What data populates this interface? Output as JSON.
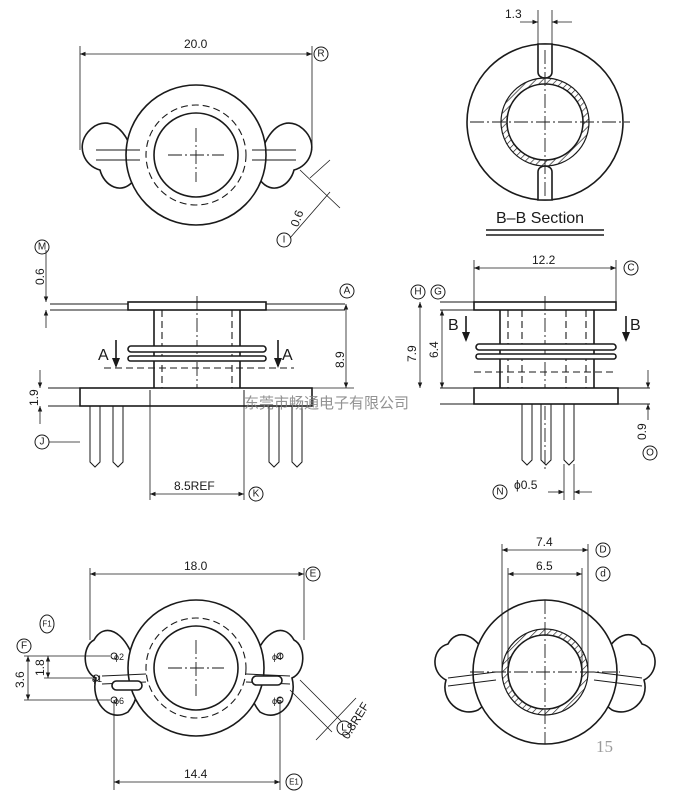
{
  "top_left_view": {
    "dim_width": "20.0",
    "label_width": "R",
    "dim_wall": "0.6",
    "label_wall": "I"
  },
  "section_view": {
    "dim_slot": "1.3",
    "title": "B–B  Section"
  },
  "front_view": {
    "dim_flange": "0.6",
    "label_flange": "M",
    "label_top": "A",
    "dim_height": "8.9",
    "dim_base": "1.9",
    "label_base": "J",
    "section_mark_left": "A",
    "section_mark_right": "A",
    "dim_ref": "8.5REF",
    "label_ref": "K"
  },
  "side_view": {
    "dim_top": "12.2",
    "label_top": "C",
    "label_h": "H",
    "label_g": "G",
    "dim_total": "7.9",
    "dim_inner": "6.4",
    "section_mark_left": "B",
    "section_mark_right": "B",
    "dim_base": "0.9",
    "label_base": "O",
    "dim_pin": "ϕ0.5",
    "label_pin": "N"
  },
  "bottom_left_view": {
    "dim_top": "18.0",
    "label_top": "E",
    "label_f": "F",
    "label_f1": "F1",
    "dim_36": "3.6",
    "dim_18": "1.8",
    "pin_labels": [
      "ϕ2",
      "ϕ1",
      "ϕ6",
      "ϕ4",
      "ϕ5"
    ],
    "dim_bottom": "14.4",
    "label_bottom": "E1",
    "dim_ref": "0.8REF",
    "label_ref": "L"
  },
  "bottom_right_view": {
    "dim_outer": "7.4",
    "label_outer": "D",
    "dim_inner": "6.5",
    "label_inner": "d"
  },
  "watermark": "东莞市畅通电子有限公司",
  "page_number": "15"
}
